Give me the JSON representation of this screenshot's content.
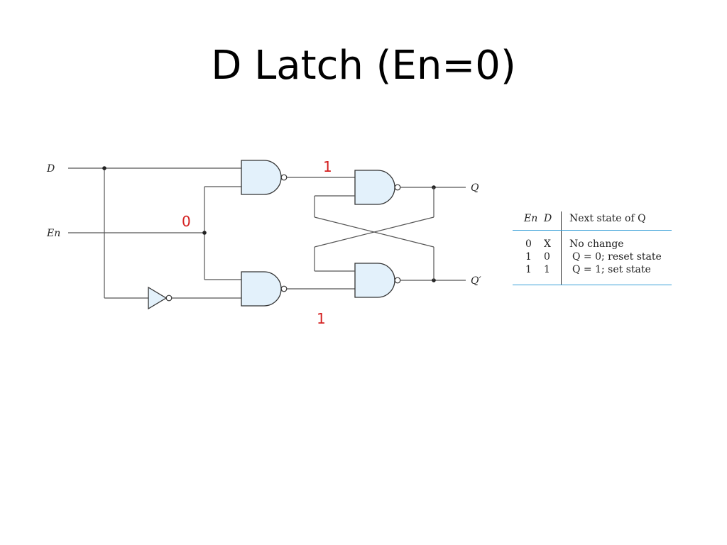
{
  "slide": {
    "title": "D Latch (En=0)"
  },
  "diagram": {
    "inputs": {
      "d_label": "D",
      "en_label": "En"
    },
    "outputs": {
      "q_label": "Q",
      "qbar_label": "Q′"
    },
    "annotations": {
      "top_nand_output": "1",
      "enable_value": "0",
      "bottom_nand_output": "1"
    },
    "colors": {
      "gate_fill": "#e3f1fb",
      "annotation": "#d42020",
      "table_rule": "#3aa0d8"
    }
  },
  "truth_table": {
    "header": {
      "en": "En",
      "d": "D",
      "next": "Next state of Q"
    },
    "rows": [
      {
        "en": "0",
        "d": "X",
        "next": "No change"
      },
      {
        "en": "1",
        "d": "0",
        "next": "Q = 0; reset state"
      },
      {
        "en": "1",
        "d": "1",
        "next": "Q = 1; set state"
      }
    ]
  }
}
